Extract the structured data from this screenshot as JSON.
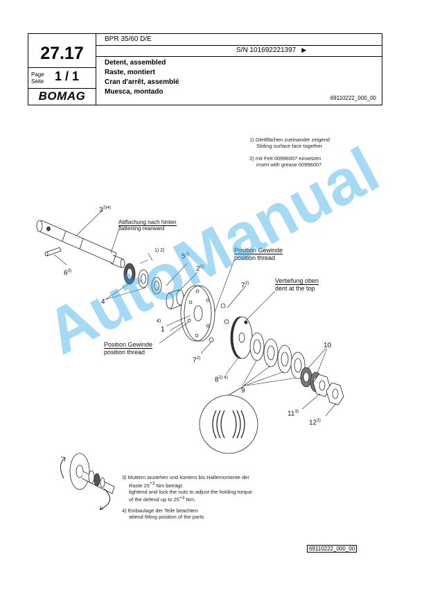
{
  "header": {
    "section_number": "27.17",
    "page_label_1": "Page",
    "page_label_2": "Seite",
    "page_number": "1 / 1",
    "logo_text": "BOMAG",
    "model": "BPR 35/60 D/E",
    "serial": "S/N 101692221397",
    "titles": [
      "Detent, assembled",
      "Raste, montiert",
      "Cran d'arrêt, assemblé",
      "Muesca, montado"
    ],
    "doc_id": "69110222_000_00"
  },
  "notes": {
    "n1": [
      "1) Gleitflächen zueinander zeigend",
      "Sliding surface face together"
    ],
    "n2": [
      "2) mit Fett 00996007 einsetzen",
      "insert with grease 00996007"
    ],
    "n3": [
      "3) Muttern anziehen und kontern bis Haltemomente der",
      "Raste 25",
      "Nm beträgt.",
      "tightend and lock the nuts to adjust the holding torque",
      "of the defend up to 25",
      "Nm."
    ],
    "n3_tol": "+3",
    "n4": [
      "4) Einbaulage der Teile beachten",
      "attend fitting position of the parts"
    ]
  },
  "callouts": {
    "flat": [
      "Abflachung nach hinten",
      "flattening rearward"
    ],
    "thread_top": [
      "Position Gewinde",
      "position thread"
    ],
    "dent": [
      "Vertiefung oben",
      "dent at the top"
    ],
    "thread_left": [
      "Position Gewinde",
      "position thread"
    ]
  },
  "labels": {
    "p3": "3",
    "p3n": "2)4)",
    "p6": "6",
    "p6n": "2)",
    "p12n": "1) 2)",
    "p5": "5",
    "p5n": "2)",
    "p2": "2",
    "p2n": "2)",
    "p4": "4",
    "p7a": "7",
    "p7an": "2)",
    "p1n": "4)",
    "p1": "1",
    "p7b": "7",
    "p7bn": "2)",
    "p8": "8",
    "p8n": "2) 4)",
    "p9": "9",
    "p10": "10",
    "p11": "11",
    "p11n": "3)",
    "p12": "12",
    "p12n2": "3)"
  },
  "watermark": "AutoManual",
  "footer_id": "69110222_000_00"
}
